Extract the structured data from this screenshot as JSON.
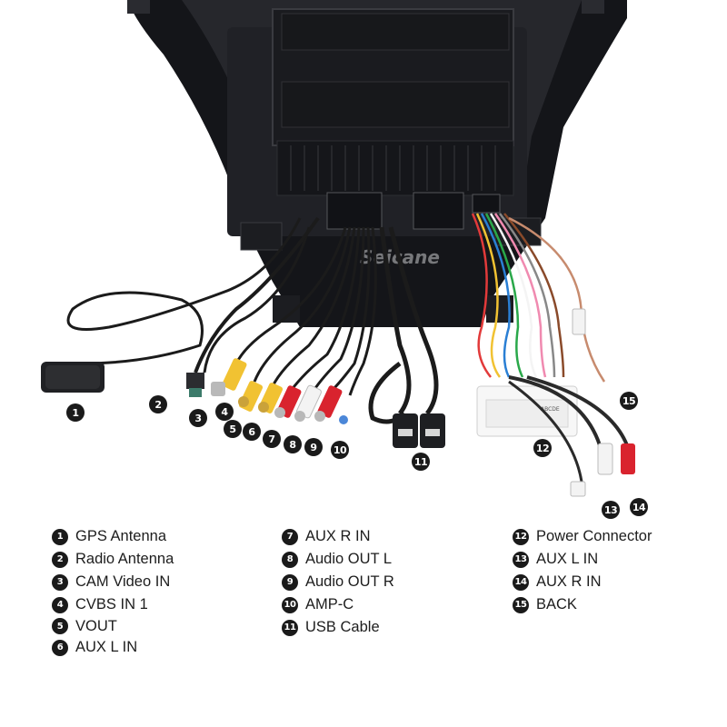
{
  "watermark": "Seicane",
  "device_label": "ABCDE",
  "callouts": [
    "1",
    "2",
    "3",
    "4",
    "5",
    "6",
    "7",
    "8",
    "9",
    "10",
    "11",
    "12",
    "13",
    "14",
    "15"
  ],
  "legend": {
    "col1": [
      {
        "n": "1",
        "label": "GPS Antenna"
      },
      {
        "n": "2",
        "label": "Radio Antenna"
      },
      {
        "n": "3",
        "label": "CAM Video IN"
      },
      {
        "n": "4",
        "label": "CVBS IN 1"
      },
      {
        "n": "5",
        "label": "VOUT"
      },
      {
        "n": "6",
        "label": "AUX L IN"
      }
    ],
    "col2": [
      {
        "n": "7",
        "label": "AUX R IN"
      },
      {
        "n": "8",
        "label": "Audio OUT L"
      },
      {
        "n": "9",
        "label": "Audio OUT R"
      },
      {
        "n": "10",
        "label": "AMP-C"
      },
      {
        "n": "11",
        "label": "USB Cable"
      }
    ],
    "col3": [
      {
        "n": "12",
        "label": "Power Connector"
      },
      {
        "n": "13",
        "label": "AUX L IN"
      },
      {
        "n": "14",
        "label": "AUX R IN"
      },
      {
        "n": "15",
        "label": "BACK"
      }
    ]
  },
  "colors": {
    "device": "#1b1c20",
    "rca_yellow": "#f1c232",
    "rca_red": "#d9232e",
    "rca_white": "#f3f3f3",
    "callout": "#1a1a1a"
  }
}
